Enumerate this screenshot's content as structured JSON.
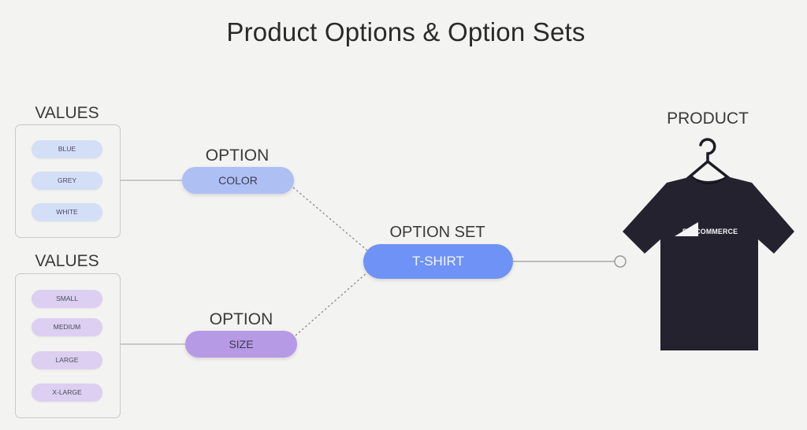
{
  "title": "Product Options & Option Sets",
  "values_heading": "VALUES",
  "color_values": [
    "BLUE",
    "GREY",
    "WHITE"
  ],
  "size_values": [
    "SMALL",
    "MEDIUM",
    "LARGE",
    "X-LARGE"
  ],
  "option_heading": "OPTION",
  "color_option": "COLOR",
  "size_option": "SIZE",
  "option_set_heading": "OPTION SET",
  "option_set": "T-SHIRT",
  "product_heading": "PRODUCT",
  "shirt_logo": "BIGCOMMERCE",
  "colors": {
    "color_value_chip": "#d3def7",
    "size_value_chip": "#dccff1",
    "color_option": "#aebff3",
    "size_option": "#b79ae6",
    "option_set": "#6e92f5",
    "shirt": "#25222f"
  }
}
